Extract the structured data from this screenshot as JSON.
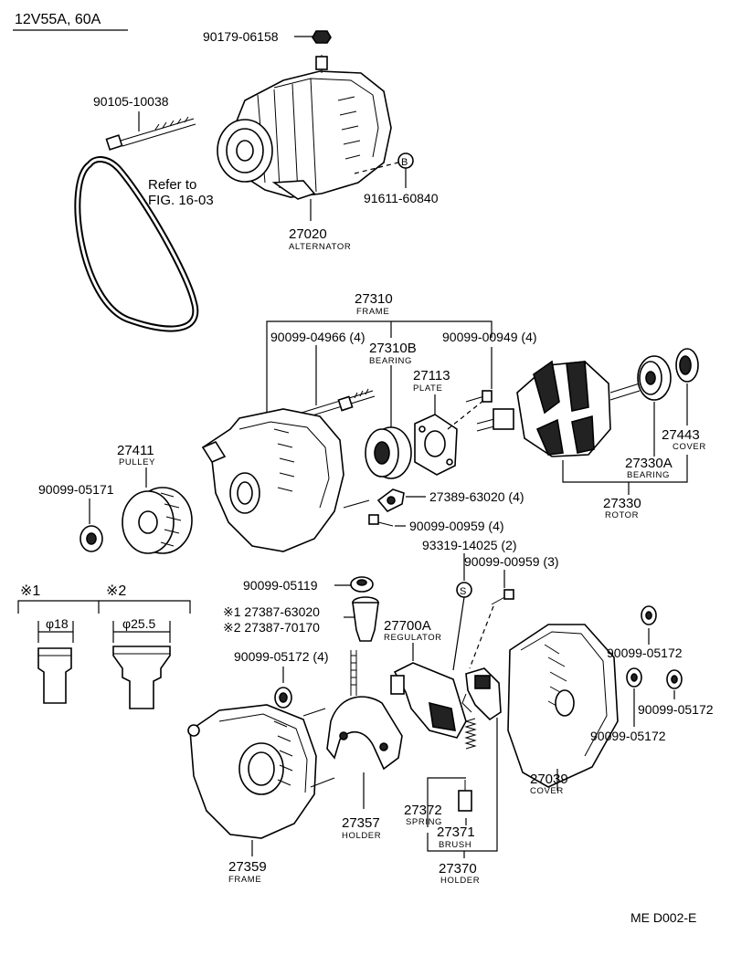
{
  "header": {
    "title": "12V55A, 60A"
  },
  "footer": {
    "code": "ME D002-E"
  },
  "legend": {
    "k1": {
      "mark": "※1",
      "dim": "φ18"
    },
    "k2": {
      "mark": "※2",
      "dim": "φ25.5"
    }
  },
  "callouts": {
    "c90179": "90179-06158",
    "c90105": "90105-10038",
    "refer1": "Refer to",
    "refer2": "FIG. 16-03",
    "circB": "B",
    "c91611": "91611-60840",
    "c27020": "27020",
    "c27020n": "ALTERNATOR",
    "c27310": "27310",
    "c27310n": "FRAME",
    "c04966": "90099-04966 (4)",
    "c00949": "90099-00949 (4)",
    "c27310B": "27310B",
    "c27310Bn": "BEARING",
    "c27113": "27113",
    "c27113n": "PLATE",
    "c27411": "27411",
    "c27411n": "PULLEY",
    "c05171": "90099-05171",
    "c27389": "27389-63020 (4)",
    "c00959a": "90099-00959 (4)",
    "c27443": "27443",
    "c27443n": "COVER",
    "c27330A": "27330A",
    "c27330An": "BEARING",
    "c27330": "27330",
    "c27330n": "ROTOR",
    "c93319": "93319-14025 (2)",
    "c00959b": "90099-00959 (3)",
    "circS": "S",
    "c05119": "90099-05119",
    "c27387a": "※1 27387-63020",
    "c27387b": "※2 27387-70170",
    "c27700A": "27700A",
    "c27700An": "REGULATOR",
    "c05172a": "90099-05172 (4)",
    "c05172b": "90099-05172",
    "c05172c": "90099-05172",
    "c05172d": "90099-05172",
    "c27039": "27039",
    "c27039n": "COVER",
    "c27372": "27372",
    "c27372n": "SPRING",
    "c27371": "27371",
    "c27371n": "BRUSH",
    "c27357": "27357",
    "c27357n": "HOLDER",
    "c27359": "27359",
    "c27359n": "FRAME",
    "c27370": "27370",
    "c27370n": "HOLDER"
  }
}
